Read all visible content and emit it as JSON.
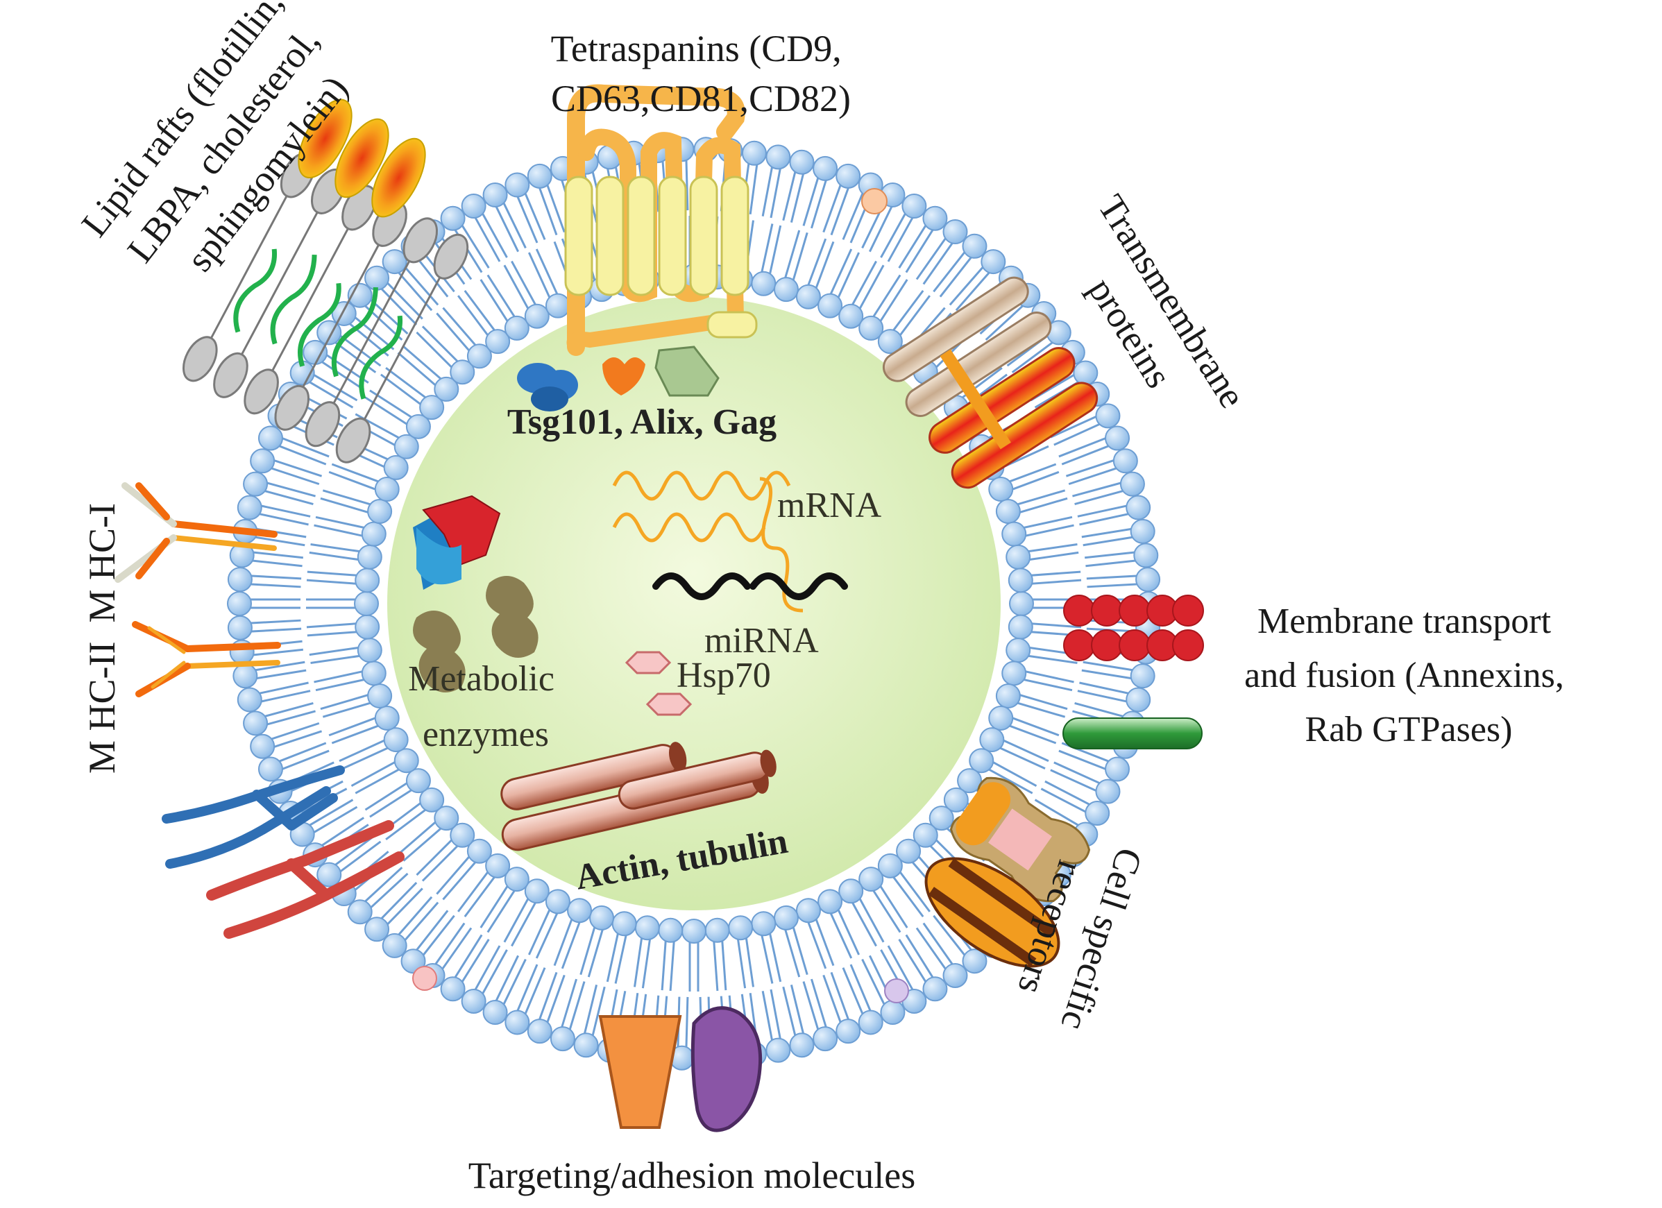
{
  "labels": {
    "tetraspanins": [
      "Tetraspanins (CD9,",
      "CD63,CD81,CD82)"
    ],
    "lipid_rafts": [
      "Lipid rafts (flotillin,",
      "LBPA, cholesterol,",
      "sphingomylein)"
    ],
    "transmembrane": [
      "Transmembrane",
      "proteins"
    ],
    "mhc": "M HC-II  M HC-I",
    "membrane_transport": [
      "Membrane transport",
      "and fusion (Annexins,",
      "Rab GTPases)"
    ],
    "cell_specific": [
      "Cell specific",
      "receptors"
    ],
    "targeting": "Targeting/adhesion molecules",
    "tsg101": "Tsg101, Alix, Gag",
    "mrna": "mRNA",
    "mirna": "miRNA",
    "hsp70": "Hsp70",
    "metabolic": [
      "Metabolic",
      "enzymes"
    ],
    "actin": "Actin, tubulin"
  },
  "colors": {
    "lumen": "#e2f2c2",
    "lipid_head": "#a9cdf0",
    "lipid_tail": "#6d9ed3",
    "tetraspanin": "#f6b54a",
    "mrna": "#f5a623",
    "mirna": "#111111"
  }
}
